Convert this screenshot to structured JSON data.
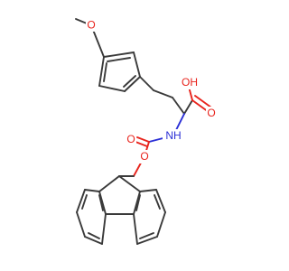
{
  "molecule": {
    "atoms": {
      "methoxy_o": "O",
      "acid_oh": "OH",
      "acid_o": "O",
      "amine_nh": "NH",
      "carbamate_o_double": "O",
      "carbamate_o_ester": "O"
    },
    "colors": {
      "bond": "#3a3a3a",
      "oxygen": "#e8231c",
      "nitrogen": "#2b2fd6"
    }
  }
}
